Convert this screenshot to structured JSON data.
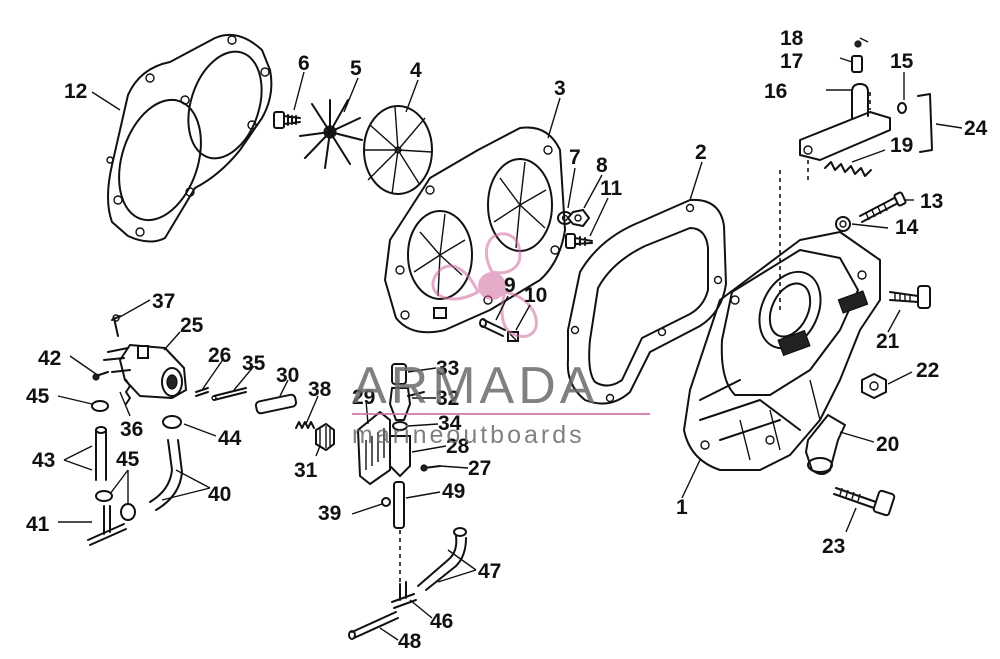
{
  "watermark": {
    "brand": "ARMADA",
    "tagline": "marineoutboards",
    "accent_color": "#d06aa0",
    "logo_icon": "propeller-logo-icon"
  },
  "callouts": [
    {
      "id": "1",
      "text": "1"
    },
    {
      "id": "2",
      "text": "2"
    },
    {
      "id": "3",
      "text": "3"
    },
    {
      "id": "4",
      "text": "4"
    },
    {
      "id": "5",
      "text": "5"
    },
    {
      "id": "6",
      "text": "6"
    },
    {
      "id": "7",
      "text": "7"
    },
    {
      "id": "8",
      "text": "8"
    },
    {
      "id": "9",
      "text": "9"
    },
    {
      "id": "10",
      "text": "10"
    },
    {
      "id": "11",
      "text": "11"
    },
    {
      "id": "12",
      "text": "12"
    },
    {
      "id": "13",
      "text": "13"
    },
    {
      "id": "14",
      "text": "14"
    },
    {
      "id": "15",
      "text": "15"
    },
    {
      "id": "16",
      "text": "16"
    },
    {
      "id": "17",
      "text": "17"
    },
    {
      "id": "18",
      "text": "18"
    },
    {
      "id": "19",
      "text": "19"
    },
    {
      "id": "20",
      "text": "20"
    },
    {
      "id": "21",
      "text": "21"
    },
    {
      "id": "22",
      "text": "22"
    },
    {
      "id": "23",
      "text": "23"
    },
    {
      "id": "24",
      "text": "24"
    },
    {
      "id": "25",
      "text": "25"
    },
    {
      "id": "26",
      "text": "26"
    },
    {
      "id": "27",
      "text": "27"
    },
    {
      "id": "28",
      "text": "28"
    },
    {
      "id": "29",
      "text": "29"
    },
    {
      "id": "30",
      "text": "30"
    },
    {
      "id": "31",
      "text": "31"
    },
    {
      "id": "32",
      "text": "32"
    },
    {
      "id": "33",
      "text": "33"
    },
    {
      "id": "34",
      "text": "34"
    },
    {
      "id": "35",
      "text": "35"
    },
    {
      "id": "36",
      "text": "36"
    },
    {
      "id": "37",
      "text": "37"
    },
    {
      "id": "38",
      "text": "38"
    },
    {
      "id": "39",
      "text": "39"
    },
    {
      "id": "40",
      "text": "40"
    },
    {
      "id": "41",
      "text": "41"
    },
    {
      "id": "42",
      "text": "42"
    },
    {
      "id": "43",
      "text": "43"
    },
    {
      "id": "44",
      "text": "44"
    },
    {
      "id": "45a",
      "text": "45"
    },
    {
      "id": "45b",
      "text": "45"
    },
    {
      "id": "46",
      "text": "46"
    },
    {
      "id": "47",
      "text": "47"
    },
    {
      "id": "48",
      "text": "48"
    },
    {
      "id": "49",
      "text": "49"
    }
  ]
}
